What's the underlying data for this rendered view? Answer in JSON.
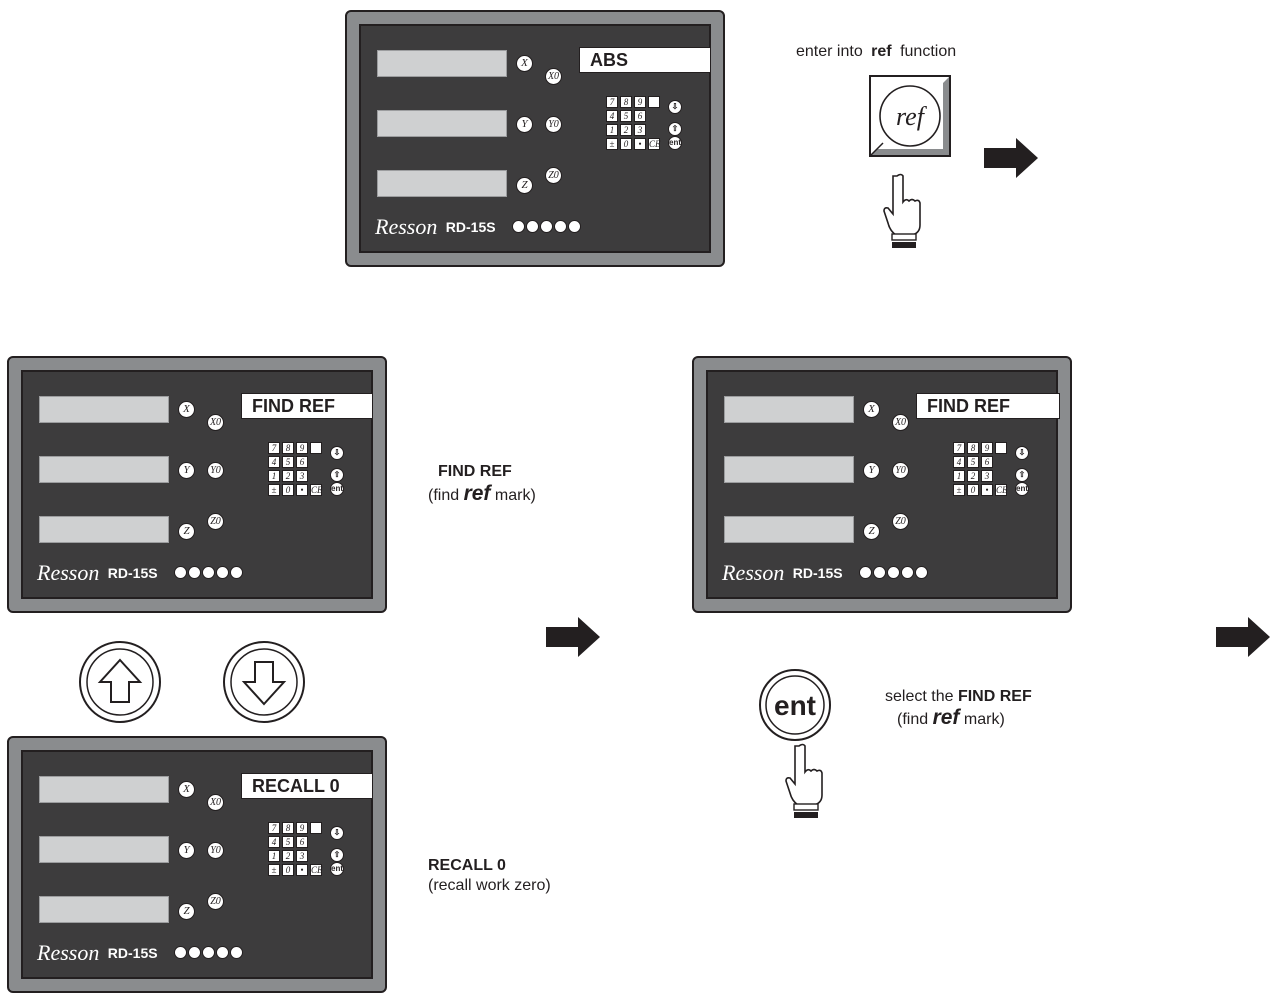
{
  "colors": {
    "panel_frame": "#8a8c8e",
    "panel_face": "#3d3c3d",
    "readout_window": "#cfd0d1",
    "outline": "#231f20"
  },
  "panel_common": {
    "axes": [
      "X",
      "Y",
      "Z"
    ],
    "zero_buttons": [
      "X0",
      "Y0",
      "Z0"
    ],
    "brand_logo": "Resson",
    "model": "RD-15S",
    "keypad_rows": [
      [
        "7",
        "8",
        "9"
      ],
      [
        "4",
        "5",
        "6"
      ],
      [
        "1",
        "2",
        "3"
      ],
      [
        "±",
        "0",
        "•",
        "CE"
      ]
    ],
    "enter_key": "ent",
    "nav_icons": [
      "arrow-down-icon",
      "arrow-up-icon"
    ]
  },
  "panels": [
    {
      "mode_text": "ABS"
    },
    {
      "mode_text": "FIND REF"
    },
    {
      "mode_text": "RECALL 0"
    },
    {
      "mode_text": "FIND REF"
    }
  ],
  "step1": {
    "caption_prefix": "enter into",
    "caption_key": "ref",
    "caption_suffix": "function",
    "key_label": "ref"
  },
  "options": {
    "find_ref_title": "FIND REF",
    "find_ref_desc_prefix": "(find",
    "find_ref_desc_key": "ref",
    "find_ref_desc_suffix": "mark)",
    "recall_title": "RECALL 0",
    "recall_desc": "(recall work zero)"
  },
  "step3": {
    "ent_label": "ent",
    "caption_prefix": "select the",
    "caption_bold": "FIND REF",
    "desc_prefix": "(find",
    "desc_key": "ref",
    "desc_suffix": "mark)"
  },
  "icons": [
    "right-arrow-icon",
    "pointing-hand-icon",
    "up-arrow-button-icon",
    "down-arrow-button-icon"
  ]
}
